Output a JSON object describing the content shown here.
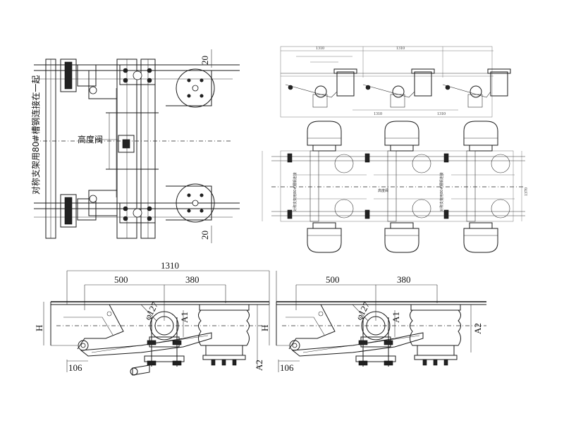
{
  "top_left_view": {
    "vertical_note": "对称支架用80#槽钢连接在一起",
    "valve_label": "高度阀",
    "dim_top": "20",
    "dim_bottom": "20"
  },
  "top_right_view": {
    "side_dims": [
      "1310",
      "1310"
    ],
    "bottom_dims": [
      "1310",
      "1310"
    ],
    "plan_note_left": "对称支架用80#槽钢连接",
    "plan_note_mid": "高度阀",
    "plan_note_right": "对称支架用80#槽钢连接",
    "plan_width_label": "1370"
  },
  "bottom_left_view": {
    "overall": "1310",
    "dim_a": "500",
    "dim_b": "380",
    "diameter": "φ127",
    "label_h": "H",
    "label_a1": "A1",
    "label_a2": "A2",
    "dim_106": "106"
  },
  "bottom_right_view": {
    "dim_a": "500",
    "dim_b": "380",
    "diameter": "φ127",
    "label_h": "H",
    "label_a1": "A1",
    "label_a2": "A2",
    "dim_106": "106"
  }
}
